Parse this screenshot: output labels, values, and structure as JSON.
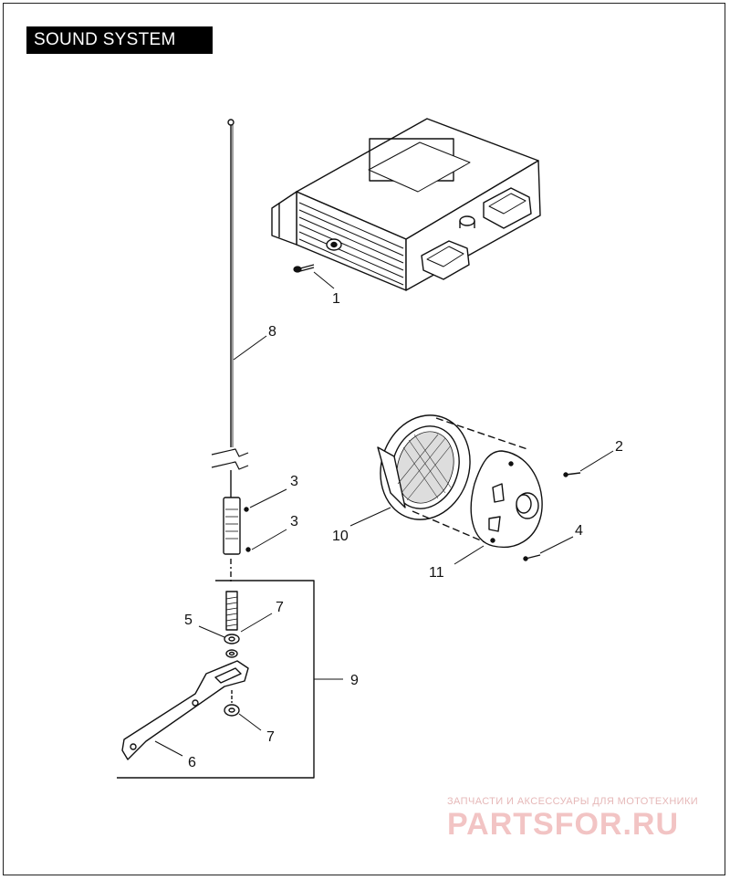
{
  "title": "SOUND SYSTEM",
  "watermark": {
    "subtitle": "ЗАПЧАСТИ И АКСЕССУАРЫ ДЛЯ МОТОТЕХНИКИ",
    "brand": "PARTSFOR.RU"
  },
  "callouts": [
    "1",
    "2",
    "3",
    "3",
    "4",
    "5",
    "6",
    "7",
    "7",
    "8",
    "9",
    "10",
    "11"
  ]
}
